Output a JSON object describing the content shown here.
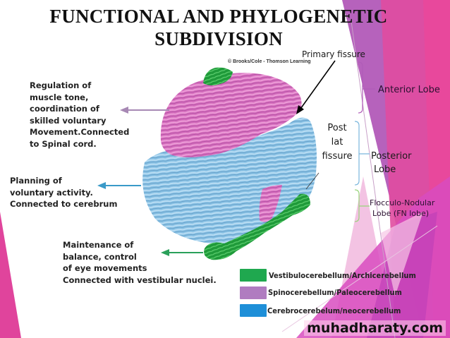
{
  "slide": {
    "title_line1": "FUNCTIONAL AND PHYLOGENETIC",
    "title_line2": "SUBDIVISION",
    "credit": "© Brooks/Cole - Thomson Learning",
    "watermark": "muhadharaty.com"
  },
  "fissures": {
    "primary": "Primary fissure",
    "post_lat": [
      "Post",
      "lat",
      "fissure"
    ]
  },
  "lobes": {
    "anterior": "Anterior Lobe",
    "posterior": [
      "Posterior",
      "Lobe"
    ],
    "fn": [
      "Flocculo-Nodular",
      "Lobe (FN lobe)"
    ]
  },
  "functions": {
    "spino": [
      "Regulation of",
      "muscle tone,",
      "coordination of",
      "skilled voluntary",
      "Movement.Connected",
      "to Spinal cord."
    ],
    "cerebro": [
      "Planning of",
      "voluntary activity.",
      "Connected to cerebrum"
    ],
    "vestibulo": [
      "Maintenance of",
      "balance, control",
      "of eye movements",
      "Connected with vestibular nuclei."
    ]
  },
  "legend": [
    {
      "label": "Vestibulocerebellum/Archicerebellum",
      "color": "#1fa84f"
    },
    {
      "label": "Spinocerebellum/Paleocerebellum",
      "color": "#b07cc0"
    },
    {
      "label": "Cerebrocerebelum/neocerebellum",
      "color": "#1e8fd8"
    }
  ],
  "colors": {
    "pink_lobe": "#d872c0",
    "blue_lobe": "#8cc4e6",
    "green_lobe": "#1f9a3a",
    "arrow_spino": "#a788b4",
    "arrow_cerebro": "#3a9ac8",
    "arrow_vestibulo": "#2aa05a",
    "bracket_anterior": "#b05cb8",
    "bracket_posterior": "#7ab6dc",
    "bracket_fn": "#98d47a"
  }
}
